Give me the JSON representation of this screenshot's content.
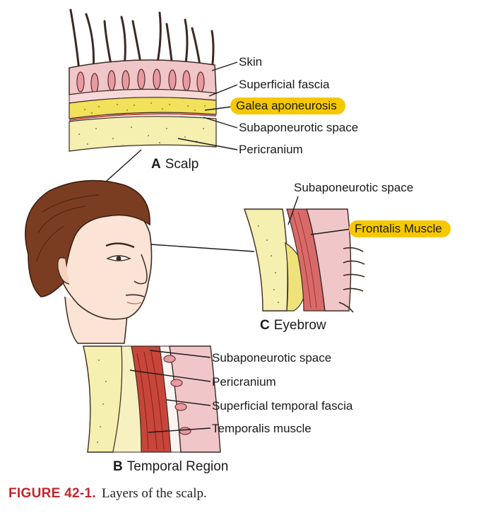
{
  "scalp": {
    "panel_letter": "A",
    "panel_title": "Scalp",
    "labels": [
      "Skin",
      "Superficial fascia",
      "Galea aponeurosis",
      "Subaponeurotic space",
      "Pericranium"
    ],
    "highlighted": "Galea aponeurosis"
  },
  "temporal": {
    "panel_letter": "B",
    "panel_title": "Temporal Region",
    "labels": [
      "Subaponeurotic space",
      "Pericranium",
      "Superficial temporal fascia",
      "Temporalis muscle"
    ]
  },
  "eyebrow": {
    "panel_letter": "C",
    "panel_title": "Eyebrow",
    "labels": [
      "Subaponeurotic space",
      "Frontalis Muscle"
    ],
    "highlighted": "Frontalis Muscle"
  },
  "caption": {
    "figure_number": "FIGURE 42-1.",
    "text": "Layers of the scalp."
  },
  "colors": {
    "highlight": "#f6c800",
    "caption_red": "#c0272d",
    "skin_pink": "#f1c6c8",
    "fascia_yellow": "#f5efb0",
    "muscle_red": "#c8453a",
    "hair_brown": "#7b3d22"
  }
}
